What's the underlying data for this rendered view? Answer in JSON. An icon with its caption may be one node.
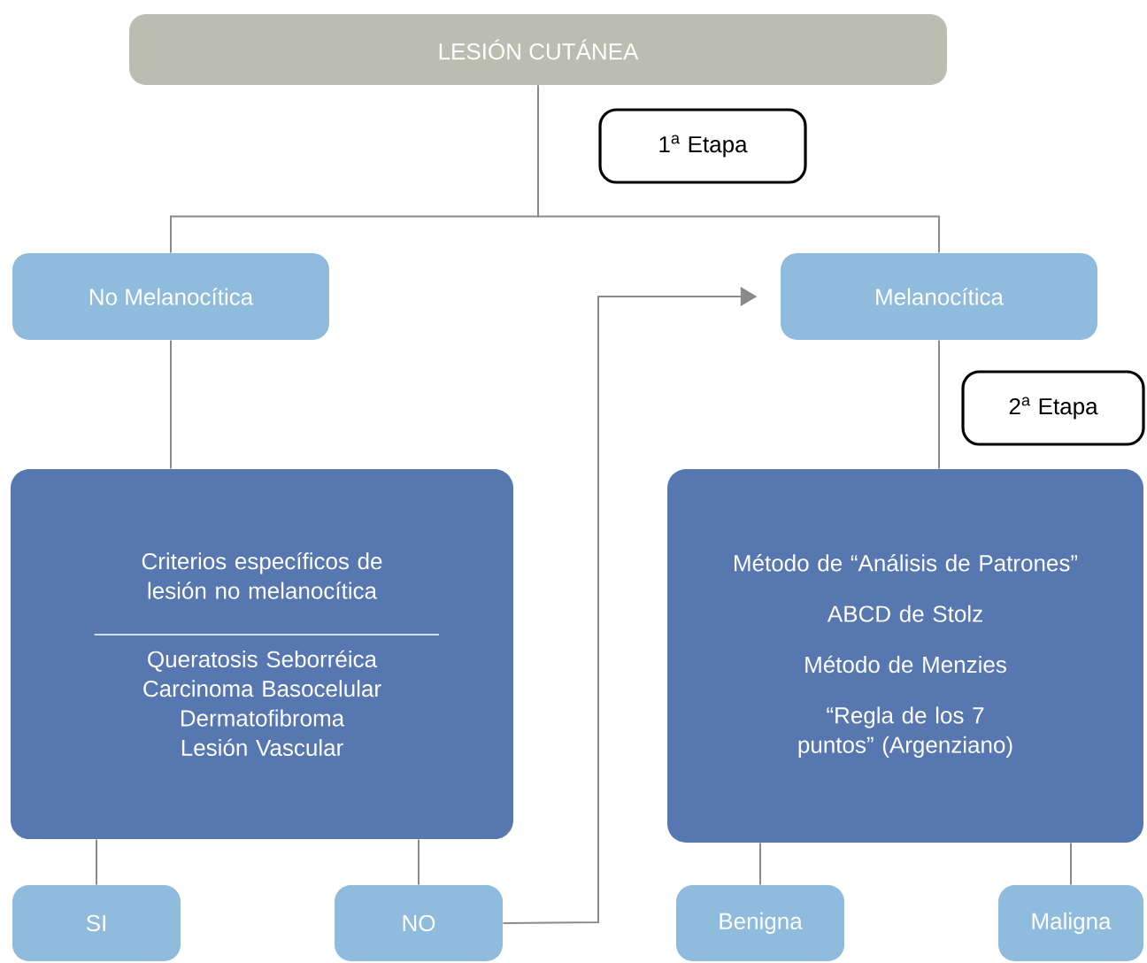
{
  "diagram": {
    "nodes": [
      {
        "text": [
          "LESIÓN CUTÁNEA"
        ]
      },
      {
        "text": [
          "1$^{a}$ Etapa"
        ]
      },
      {
        "text": [
          "No Melanocítica"
        ]
      },
      {
        "text": [
          "Melanocítica"
        ]
      },
      {
        "text": [
          "2$^{a}$ Etapa"
        ]
      },
      {
        "text": [
          "Criterios específicos de lesión no melanocítica",
          "Queratosis Seborréica",
          "Carcinoma Basocelular",
          "Dermatofibroma",
          "Lesión Vascular"
        ]
      },
      {
        "text": [
          "Método de “Análisis de Patrones”",
          "ABCD de Stolz",
          "Método de Menzies",
          "“Regla de los 7 puntos” (Argenziano)"
        ]
      },
      {
        "text": [
          "SI"
        ]
      },
      {
        "text": [
          "NO"
        ]
      },
      {
        "text": [
          "Benigna"
        ]
      },
      {
        "text": [
          "Maligna"
        ]
      }
    ],
    "edges": [
      {
        "from": 0,
        "to": 2,
        "arrow": "none"
      },
      {
        "from": 0,
        "to": 3,
        "arrow": "none"
      },
      {
        "from": 2,
        "to": 5,
        "arrow": "none"
      },
      {
        "from": 3,
        "to": 6,
        "arrow": "none"
      },
      {
        "from": 5,
        "to": 7,
        "arrow": "none"
      },
      {
        "from": 5,
        "to": 8,
        "arrow": "none"
      },
      {
        "from": 8,
        "to": 3,
        "arrow": "to"
      },
      {
        "from": 6,
        "to": 9,
        "arrow": "none"
      },
      {
        "from": 6,
        "to": 10,
        "arrow": "none"
      }
    ]
  }
}
